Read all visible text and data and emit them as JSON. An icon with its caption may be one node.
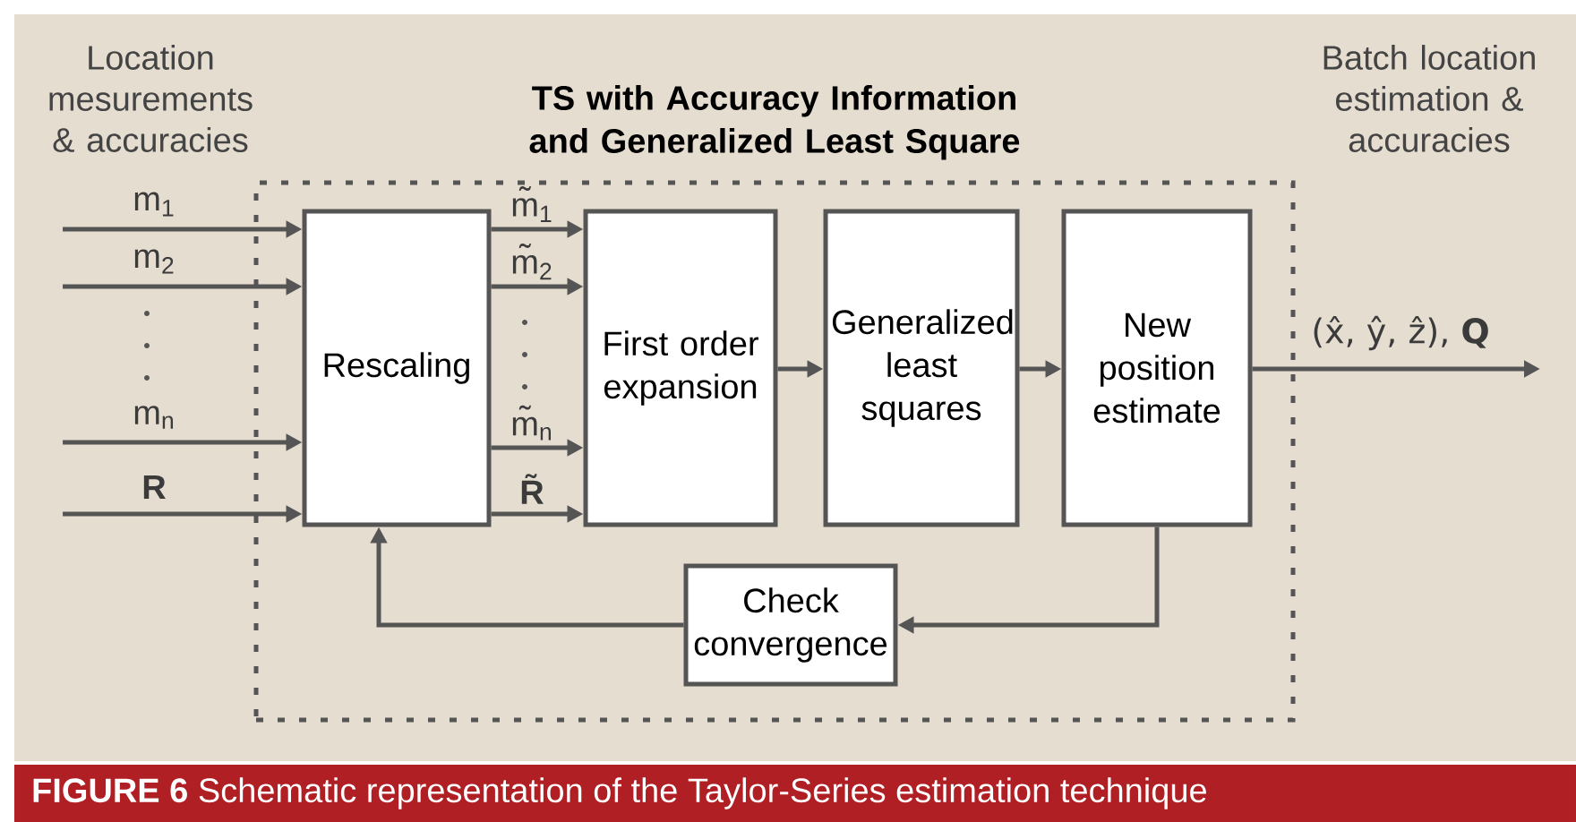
{
  "diagram": {
    "caption": "**FIGURE 6** Schematic representation of the Taylor-Series estimation technique",
    "nodes": [
      {
        "text": [
          "TS with Accuracy Information and Generalized Least Square"
        ]
      },
      {
        "text": [
          "Rescaling"
        ],
        "in": 0
      },
      {
        "text": [
          "First order expansion"
        ],
        "in": 0
      },
      {
        "text": [
          "Generalized least squares"
        ],
        "in": 0
      },
      {
        "text": [
          "New position estimate"
        ],
        "in": 0
      },
      {
        "text": [
          "Check convergence"
        ],
        "in": 0
      }
    ],
    "edges": [
      {
        "from": null,
        "to": 1,
        "arrow": "to",
        "label": "m$_{1}$"
      },
      {
        "from": null,
        "to": 1,
        "arrow": "to",
        "label": "m$_{2}$"
      },
      {
        "from": null,
        "to": 1,
        "arrow": "to",
        "label": "m$_{n}$"
      },
      {
        "from": null,
        "to": 1,
        "arrow": "to",
        "label": "R"
      },
      {
        "from": 1,
        "to": 2,
        "arrow": "to",
        "label": "m̃$_{1}$"
      },
      {
        "from": 1,
        "to": 2,
        "arrow": "to",
        "label": "m̃$_{2}$"
      },
      {
        "from": 1,
        "to": 2,
        "arrow": "to",
        "label": "m̃$_{n}$"
      },
      {
        "from": 1,
        "to": 2,
        "arrow": "to",
        "label": "R̃"
      },
      {
        "from": 2,
        "to": 3,
        "arrow": "to"
      },
      {
        "from": 3,
        "to": 4,
        "arrow": "to"
      },
      {
        "from": 4,
        "to": 5,
        "arrow": "to"
      },
      {
        "from": 5,
        "to": 1,
        "arrow": "to"
      },
      {
        "from": 4,
        "to": null,
        "arrow": "to",
        "label": "(x̂, ŷ, ẑ), **Q**"
      }
    ],
    "labels": [
      "Location mesurements & accuracies",
      "Batch location estimation & accuracies"
    ]
  }
}
